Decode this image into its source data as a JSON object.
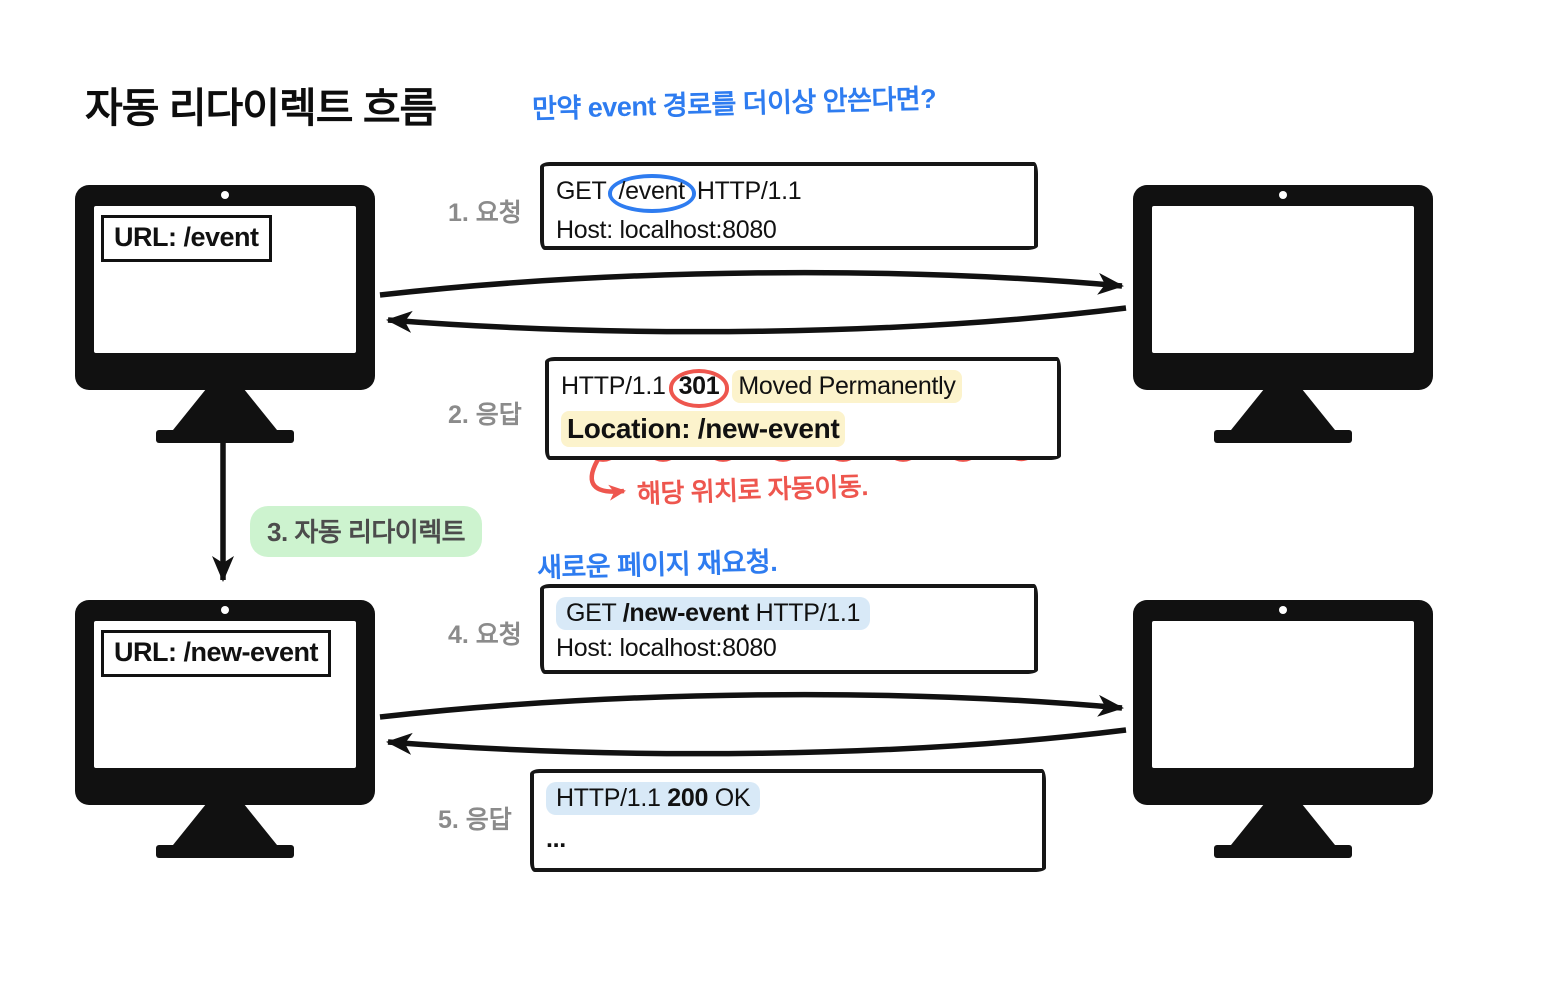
{
  "title": "자동 리다이렉트 흐름",
  "notes": {
    "question": "만약 event 경로를 더이상 안쓴다면?",
    "redirect_effect": "해당 위치로 자동이동.",
    "rerequest": "새로운 페이지 재요청."
  },
  "client_top": {
    "url_label": "URL: /event"
  },
  "client_bottom": {
    "url_label": "URL: /new-event"
  },
  "step1": {
    "label": "1. 요청",
    "method": "GET",
    "path": "/event",
    "version": "HTTP/1.1",
    "host": "Host: localhost:8080"
  },
  "step2": {
    "label": "2. 응답",
    "version": "HTTP/1.1",
    "status_code": "301",
    "status_text": "Moved Permanently",
    "location": "Location: /new-event"
  },
  "step3": {
    "label": "3. 자동 리다이렉트"
  },
  "step4": {
    "label": "4. 요청",
    "method": "GET",
    "path": "/new-event",
    "version": "HTTP/1.1",
    "host": "Host: localhost:8080"
  },
  "step5": {
    "label": "5. 응답",
    "version": "HTTP/1.1",
    "status_code": "200",
    "status_text": "OK",
    "body": "..."
  },
  "colors": {
    "ink": "#111111",
    "pen_blue": "#2e7cf0",
    "pen_red": "#ee564e",
    "highlight_yellow": "#fcf3cc",
    "highlight_blue": "#d8e9f7",
    "highlight_green": "#cdf3cf",
    "label_gray": "#8b8b8b"
  }
}
